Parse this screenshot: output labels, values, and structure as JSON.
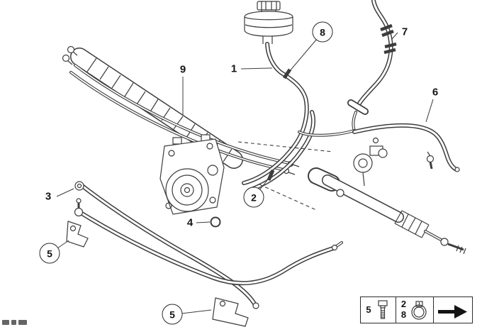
{
  "colors": {
    "background": "#ffffff",
    "line": "#3c3c3c",
    "label": "#141414"
  },
  "callouts": {
    "c1": {
      "label": "1",
      "style": "plain"
    },
    "c2": {
      "label": "2",
      "style": "circled"
    },
    "c3": {
      "label": "3",
      "style": "plain"
    },
    "c4": {
      "label": "4",
      "style": "plain"
    },
    "c5a": {
      "label": "5",
      "style": "circled"
    },
    "c5b": {
      "label": "5",
      "style": "circled"
    },
    "c6": {
      "label": "6",
      "style": "plain"
    },
    "c7": {
      "label": "7",
      "style": "plain"
    },
    "c8": {
      "label": "8",
      "style": "circled"
    },
    "c9": {
      "label": "9",
      "style": "plain"
    }
  },
  "legend": {
    "bolt_label": "5",
    "clamp_labels": [
      "2",
      "8"
    ],
    "icons": [
      "bolt-icon",
      "hose-clamp-icon",
      "direction-arrow-icon"
    ]
  }
}
